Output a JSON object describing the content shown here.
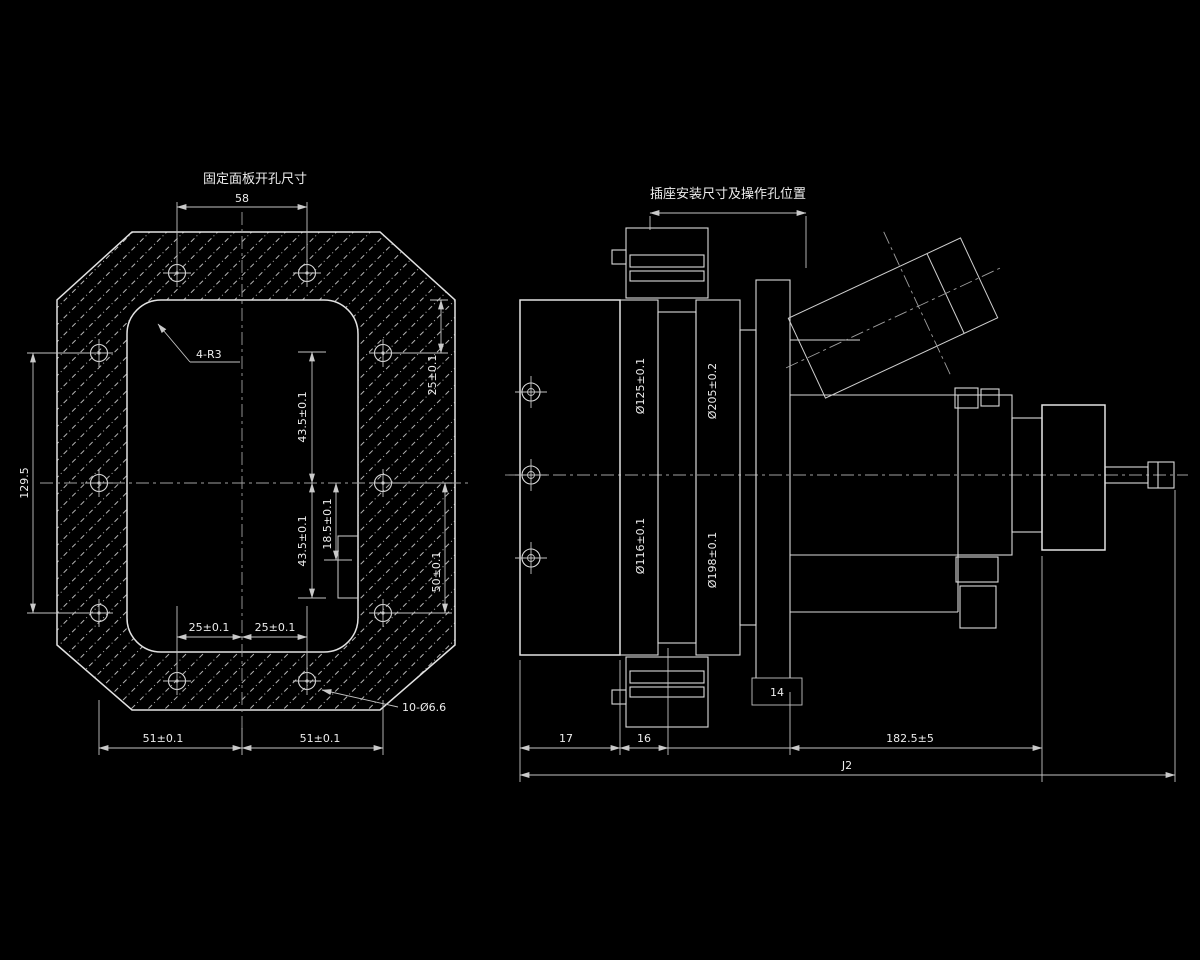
{
  "colors": {
    "background": "#000000",
    "line": "#d9d9d9",
    "text": "#ededed"
  },
  "left_view": {
    "title": "固定面板开孔尺寸",
    "dims": {
      "top_width": "58",
      "height": "129.5",
      "right_upper": "25±0.1",
      "right_lower": "50±0.1",
      "inner_upper": "43.5±0.1",
      "inner_lower": "43.5±0.1",
      "inner_step": "18.5±0.1",
      "corner_radius": "4-R3",
      "slot_left": "25±0.1",
      "slot_right": "25±0.1",
      "bottom_left": "51±0.1",
      "bottom_right": "51±0.1",
      "hole_callout": "10-Ø6.6"
    }
  },
  "right_view": {
    "title": "插座安装尺寸及操作孔位置",
    "dims": {
      "bore_upper": "Ø125±0.1",
      "bore_lower": "Ø116±0.1",
      "flange_upper": "Ø205±0.2",
      "flange_lower": "Ø198±0.1",
      "boxed_depth": "14",
      "plate_thickness": "17",
      "body_step": "16",
      "body_length": "182.5±5",
      "overall_length": "J2"
    }
  }
}
